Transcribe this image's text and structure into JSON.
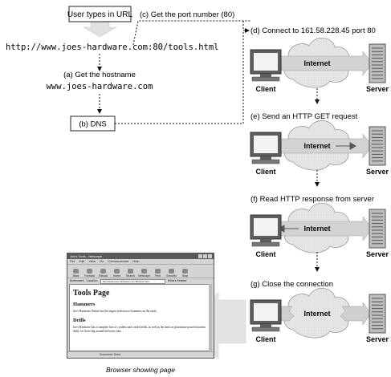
{
  "labels": {
    "user_types": "User types in URL",
    "url": "http://www.joes-hardware.com:80/tools.html",
    "step_a": "(a) Get the hostname",
    "hostname": "www.joes-hardware.com",
    "dns_box": "(b) DNS",
    "step_c": "(c) Get the port number (80)",
    "step_d": "(d) Connect to 161.58.228.45 port 80",
    "step_e": "(e) Send an HTTP GET request",
    "step_f": "(f) Read HTTP response from server",
    "step_g": "(g) Close the connection",
    "caption": "Browser showing page"
  },
  "node": {
    "client": "Client",
    "server": "Server",
    "internet": "Internet"
  },
  "browser": {
    "title": "Joe's Tools - Netscape",
    "menu": [
      "File",
      "Edit",
      "View",
      "Go",
      "Communicator",
      "Help"
    ],
    "toolbar": [
      "Back",
      "Forward",
      "Reload",
      "Home",
      "Search",
      "Netscape",
      "Print",
      "Security",
      "Stop"
    ],
    "bookmarks": "Bookmarks",
    "location_label": "Location:",
    "location_url": "http://www.joes-hardware.com:80/tools.html",
    "related": "What's Related",
    "page_title": "Tools Page",
    "h_hammers": "Hammers",
    "p_hammers": "Joe's Hardware Online has the largest selection of hammers on the earth.",
    "h_drills": "Drills",
    "p_drills": "Joe's Hardware has a complete line of cordless and corded drills, as well as the latest in plutonium-powered atomic drills, for those big around the house jobs.",
    "status": "Document: Done"
  }
}
